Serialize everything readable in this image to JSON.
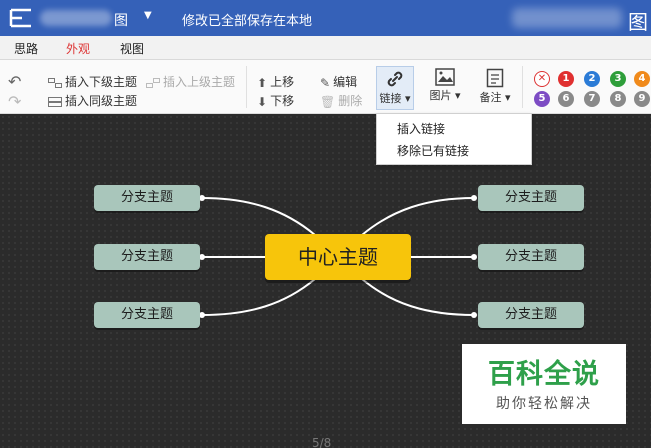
{
  "titlebar": {
    "app_name": "图",
    "save_status": "修改已全部保存在本地",
    "right_char": "图"
  },
  "tabs": [
    {
      "label": "思路"
    },
    {
      "label": "外观"
    },
    {
      "label": "视图"
    }
  ],
  "toolbar": {
    "insert_child": "插入下级主题",
    "insert_parent": "插入上级主题",
    "insert_sibling": "插入同级主题",
    "move_up": "上移",
    "move_down": "下移",
    "edit": "编辑",
    "delete": "删除",
    "link": "链接",
    "image": "图片",
    "note": "备注",
    "priority_badges": [
      "1",
      "2",
      "3",
      "4",
      "5",
      "6",
      "7",
      "8",
      "9"
    ]
  },
  "link_menu": {
    "items": [
      "插入链接",
      "移除已有链接"
    ]
  },
  "mindmap": {
    "center": "中心主题",
    "branches": [
      "分支主题",
      "分支主题",
      "分支主题",
      "分支主题",
      "分支主题",
      "分支主题"
    ]
  },
  "watermark": {
    "title": "百科全说",
    "subtitle": "助你轻松解决"
  },
  "page_indicator": "5/8",
  "colors": {
    "titlebar": "#3561b8",
    "center_node": "#f7c50b",
    "branch_node": "#a9c6bb",
    "canvas": "#2b2b2b"
  }
}
